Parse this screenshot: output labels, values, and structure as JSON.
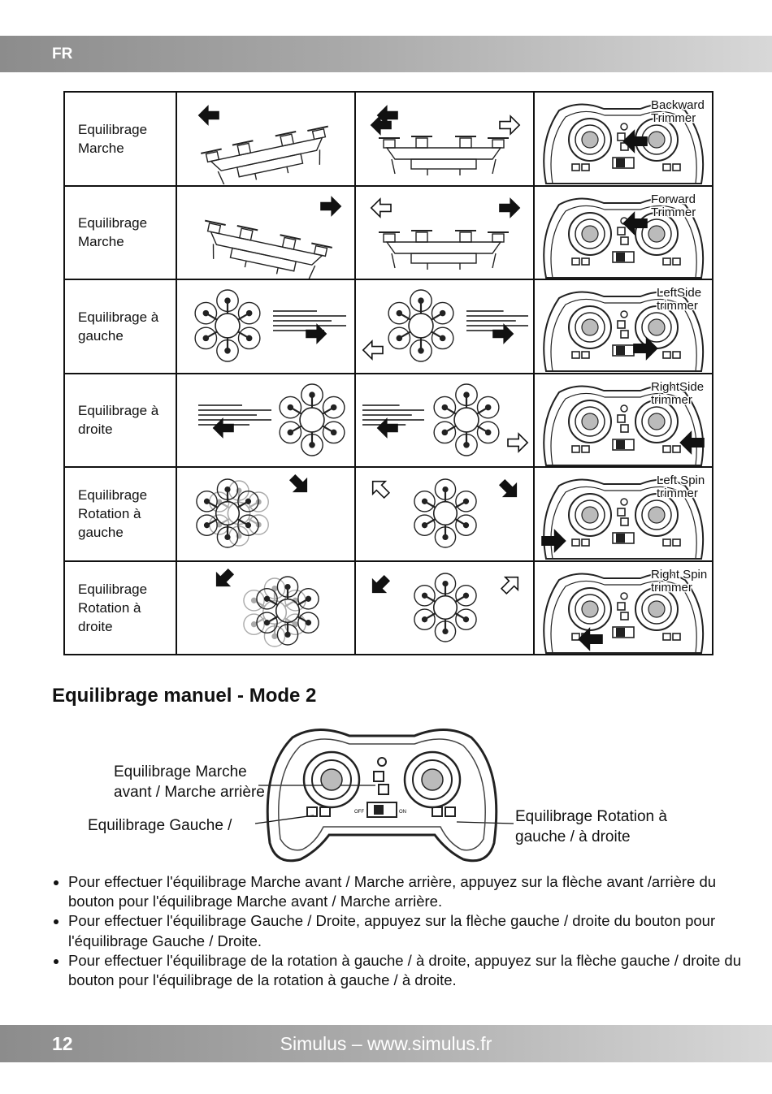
{
  "header": {
    "lang": "FR"
  },
  "rows": [
    {
      "label": "Equilibrage\nMarche",
      "remote_text": "Backward\nTrimmer",
      "kind": "side-back"
    },
    {
      "label": "Equilibrage\nMarche",
      "remote_text": "Forward\nTrimmer",
      "kind": "side-fwd"
    },
    {
      "label": "Equilibrage à\ngauche",
      "remote_text": "LeftSide\ntrimmer",
      "kind": "left"
    },
    {
      "label": "Equilibrage à\ndroite",
      "remote_text": "RightSide\ntrimmer",
      "kind": "right"
    },
    {
      "label": "Equilibrage\nRotation à\ngauche",
      "remote_text": "Left Spin\ntrimmer",
      "kind": "spinL"
    },
    {
      "label": "Equilibrage\nRotation à\ndroite",
      "remote_text": "Right Spin\ntrimmer",
      "kind": "spinR"
    }
  ],
  "section_title": "Equilibrage manuel - Mode 2",
  "callouts": {
    "forward_back": "Equilibrage Marche\navant / Marche arrière",
    "left_right": "Equilibrage Gauche /",
    "rotation": "Equilibrage Rotation à\ngauche / à droite"
  },
  "remote_switch": {
    "off": "OFF",
    "on": "ON"
  },
  "notes": [
    "Pour effectuer l'équilibrage Marche avant / Marche arrière, appuyez sur la flèche avant /arrière du bouton pour l'équilibrage Marche avant / Marche arrière.",
    "Pour effectuer l'équilibrage Gauche / Droite, appuyez sur la flèche gauche / droite du bouton pour l'équilibrage Gauche / Droite.",
    "Pour effectuer l'équilibrage de la rotation à gauche / à droite, appuyez sur la flèche gauche / droite du bouton pour l'équilibrage de la rotation à gauche / à droite."
  ],
  "footer": {
    "page": "12",
    "site": "Simulus – www.simulus.fr"
  },
  "icons": [
    "arrow-icon",
    "drone-icon",
    "remote-control-icon"
  ]
}
